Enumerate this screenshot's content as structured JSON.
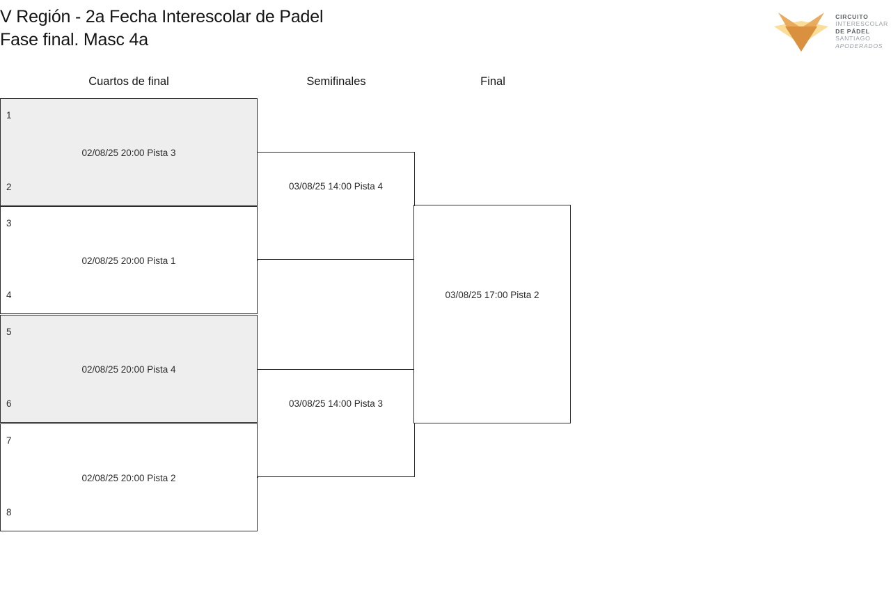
{
  "header": {
    "title_line1": "V Región - 2a Fecha Interescolar de Padel",
    "title_line2": "Fase final. Masc 4a"
  },
  "logo": {
    "line1": "CIRCUITO",
    "line2": "INTERESCOLAR",
    "line3": "DE PÁDEL",
    "line4": "SANTIAGO",
    "line5": "APODERADOS",
    "colors": {
      "pale": "#f9dd98",
      "mid": "#e8a657",
      "deep": "#d9913f",
      "text_dark": "#5d6166",
      "text_light": "#9aa0a6"
    }
  },
  "rounds": [
    {
      "id": "qf",
      "label": "Cuartos de final"
    },
    {
      "id": "sf",
      "label": "Semifinales"
    },
    {
      "id": "fin",
      "label": "Final"
    }
  ],
  "bracket": {
    "quarterfinals": [
      {
        "seed_top": "1",
        "seed_bottom": "2",
        "label": "02/08/25 20:00 Pista 3",
        "shaded": true
      },
      {
        "seed_top": "3",
        "seed_bottom": "4",
        "label": "02/08/25 20:00 Pista 1",
        "shaded": false
      },
      {
        "seed_top": "5",
        "seed_bottom": "6",
        "label": "02/08/25 20:00 Pista 4",
        "shaded": true
      },
      {
        "seed_top": "7",
        "seed_bottom": "8",
        "label": "02/08/25 20:00 Pista 2",
        "shaded": false
      }
    ],
    "semifinals": [
      {
        "label": "03/08/25 14:00 Pista 4"
      },
      {
        "label": "03/08/25 14:00 Pista 3"
      }
    ],
    "final": {
      "label": "03/08/25 17:00 Pista 2"
    }
  }
}
